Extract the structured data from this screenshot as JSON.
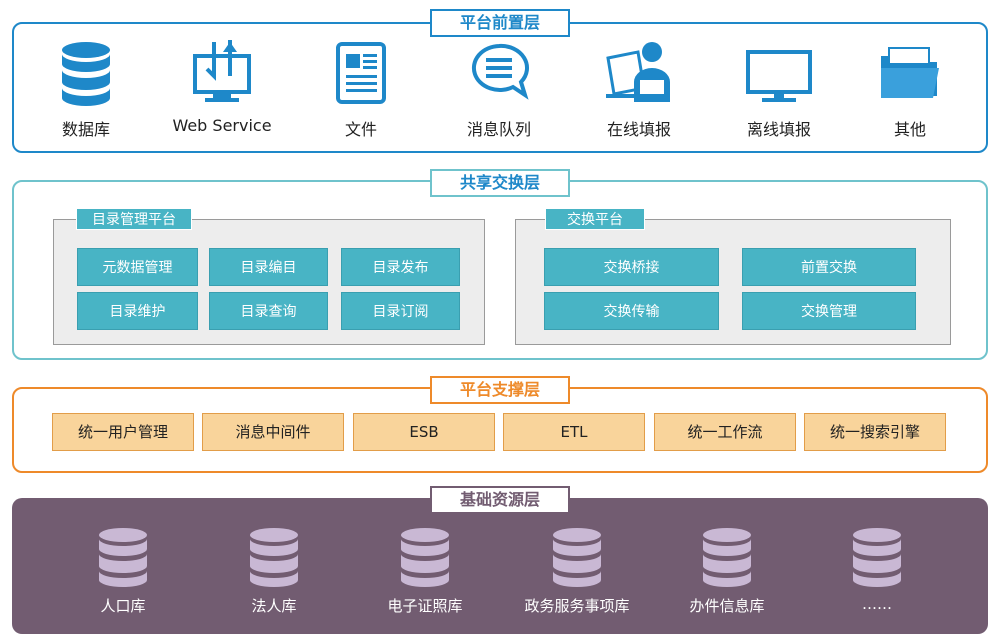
{
  "layers": {
    "front": {
      "title": "平台前置层",
      "items": [
        {
          "label": "数据库",
          "icon": "database-icon"
        },
        {
          "label": "Web Service",
          "icon": "web-service-icon"
        },
        {
          "label": "文件",
          "icon": "document-icon"
        },
        {
          "label": "消息队列",
          "icon": "message-queue-icon"
        },
        {
          "label": "在线填报",
          "icon": "online-report-icon"
        },
        {
          "label": "离线填报",
          "icon": "offline-report-icon"
        },
        {
          "label": "其他",
          "icon": "folder-icon"
        }
      ]
    },
    "share": {
      "title": "共享交换层",
      "catalog": {
        "title": "目录管理平台",
        "items": [
          "元数据管理",
          "目录编目",
          "目录发布",
          "目录维护",
          "目录查询",
          "目录订阅"
        ]
      },
      "exchange": {
        "title": "交换平台",
        "items": [
          "交换桥接",
          "前置交换",
          "交换传输",
          "交换管理"
        ]
      }
    },
    "support": {
      "title": "平台支撑层",
      "items": [
        "统一用户管理",
        "消息中间件",
        "ESB",
        "ETL",
        "统一工作流",
        "统一搜索引擎"
      ]
    },
    "resource": {
      "title": "基础资源层",
      "items": [
        "人口库",
        "法人库",
        "电子证照库",
        "政务服务事项库",
        "办件信息库",
        "……"
      ]
    }
  },
  "colors": {
    "front": "#1e88c9",
    "share": "#6fc3cc",
    "share_box": "#48b4c5",
    "support": "#ee8a2a",
    "support_box": "#f9d49b",
    "resource": "#725c71",
    "db_icon": "#c9b8d4"
  }
}
